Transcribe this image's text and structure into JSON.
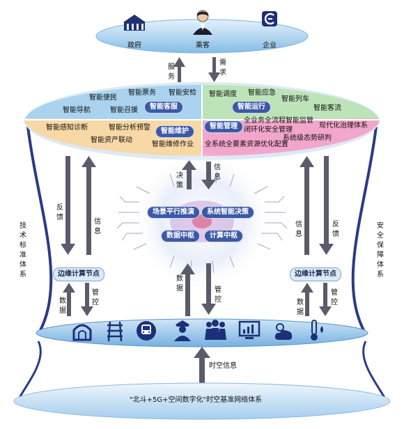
{
  "top": {
    "items": [
      {
        "label": "政府",
        "icon": "government-building-icon"
      },
      {
        "label": "乘客",
        "icon": "passenger-icon"
      },
      {
        "label": "企业",
        "icon": "enterprise-logo-icon"
      }
    ]
  },
  "links_top": {
    "service": "服务",
    "demand": "需求"
  },
  "platform": {
    "service": {
      "title": "智能客服",
      "items": [
        "智能便民",
        "智能票务",
        "智能安检",
        "智能导航",
        "智能召援"
      ]
    },
    "operation": {
      "title": "智能运行",
      "items": [
        "智能调度",
        "智能应急",
        "智能列车",
        "智能客流"
      ]
    },
    "maintenance": {
      "title": "智能维护",
      "items": [
        "智能感知诊断",
        "智能分析预警",
        "智能资产联动",
        "智能维修作业"
      ]
    },
    "management": {
      "title": "智能管理",
      "items": [
        "全业务全流程智能监管",
        "闭环化安全管理",
        "现代化治理体系",
        "系统级态势研判",
        "全系统全要素资源优化配置"
      ]
    }
  },
  "brain": {
    "decision": "决策",
    "info": "信息",
    "modules": [
      "场景平行推演",
      "系统智能决策",
      "数据中枢",
      "计算中枢"
    ]
  },
  "edge": {
    "left": {
      "node": "边缘计算节点",
      "up_label": "信息",
      "down_label": "反馈",
      "data": "数据",
      "control": "管控"
    },
    "right": {
      "node": "边缘计算节点",
      "up_label": "信息",
      "down_label": "反馈",
      "data": "数据",
      "control": "管控"
    }
  },
  "center_links": {
    "data": "数据",
    "control": "管控"
  },
  "sides": {
    "left": "技术标准体系",
    "right": "安全保障体系"
  },
  "field_icons": [
    "tunnel-icon",
    "railway-track-icon",
    "train-icon",
    "police-officer-icon",
    "crowd-icon",
    "chart-monitor-icon",
    "weather-icon",
    "thermometer-icon"
  ],
  "base": {
    "label": "\"北斗+5G+空间数字化\"时空基准网络体系",
    "link": "时空信息"
  },
  "colors": {
    "service": "#a9d3ef",
    "operation": "#bde4b8",
    "maintenance": "#f8d8a6",
    "management": "#f3a6cb",
    "pill": "#3c59a6",
    "disc": "#6da8d9"
  }
}
